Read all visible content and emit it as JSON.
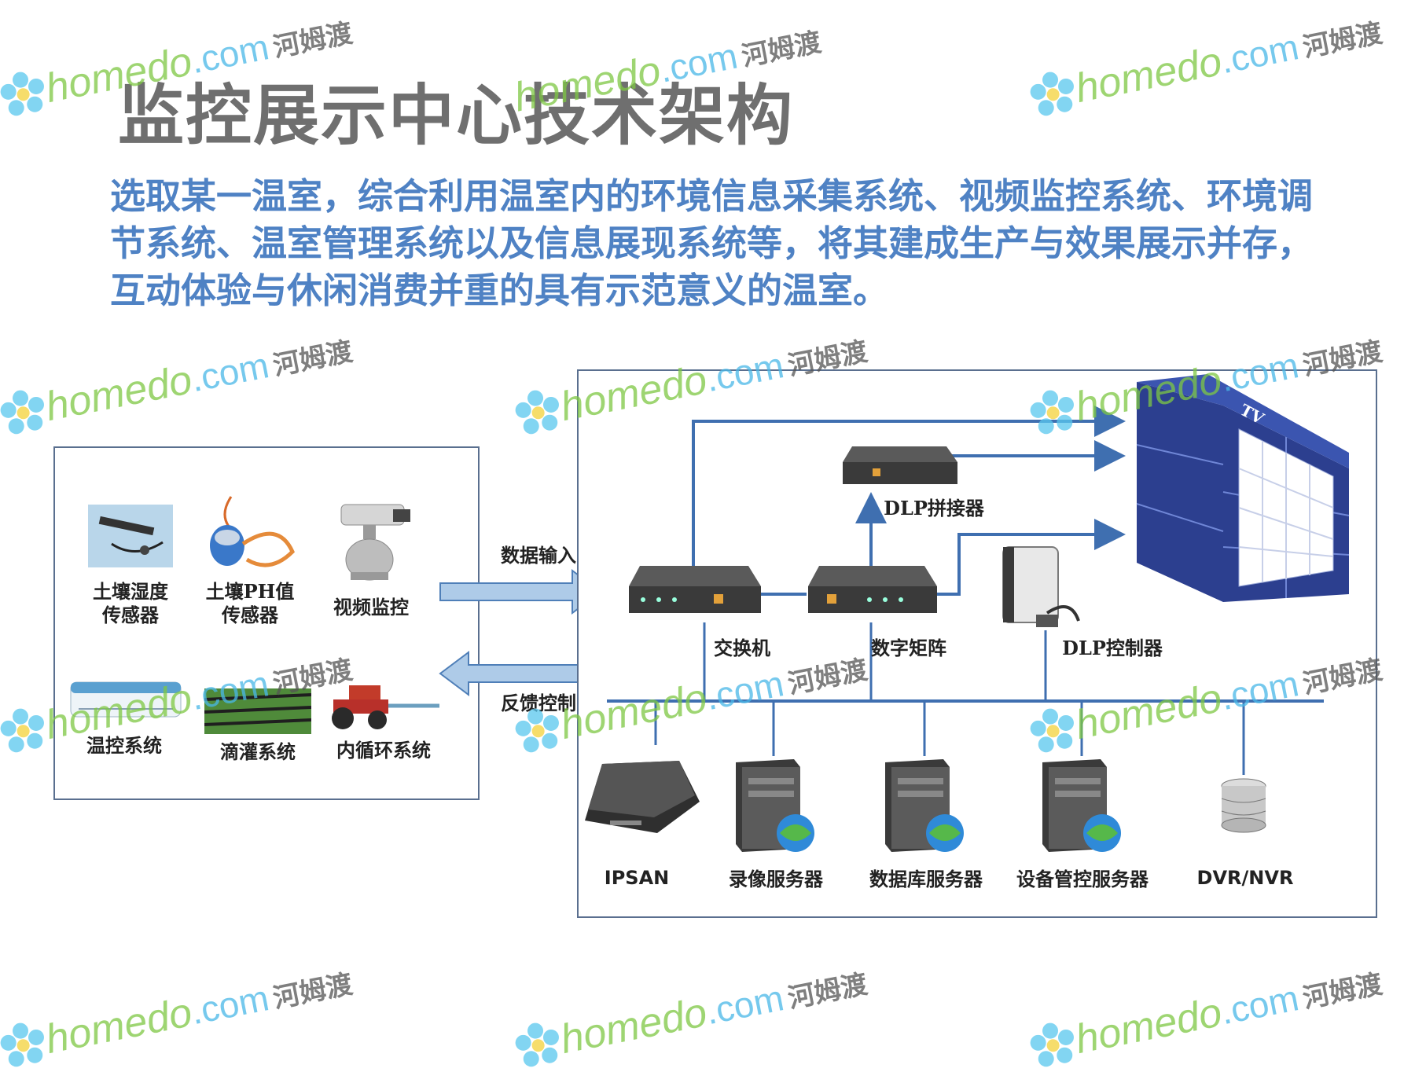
{
  "title": "监控展示中心技术架构",
  "intro": "选取某一温室，综合利用温室内的环境信息采集系统、视频监控系统、环境调节系统、温室管理系统以及信息展现系统等，将其建成生产与效果展示并存，互动体验与休闲消费并重的具有示范意义的温室。",
  "left_panel": {
    "items": [
      {
        "label": "土壤湿度\n传感器"
      },
      {
        "label": "土壤PH值\n传感器"
      },
      {
        "label": "视频监控"
      },
      {
        "label": "温控系统"
      },
      {
        "label": "滴灌系统"
      },
      {
        "label": "内循环系统"
      }
    ]
  },
  "arrows": {
    "data_input": "数据输入",
    "feedback": "反馈控制"
  },
  "right_panel": {
    "switch": "交换机",
    "digital_matrix": "数字矩阵",
    "dlp_splicer": "DLP拼接器",
    "dlp_controller": "DLP控制器",
    "tv_label": "TV",
    "ipsan": "IPSAN",
    "recording_server": "录像服务器",
    "database_server": "数据库服务器",
    "device_server": "设备管控服务器",
    "dvr": "DVR/NVR"
  },
  "watermark": {
    "text1": "homedo",
    "text2": ".com",
    "text3": "河姆渡"
  },
  "colors": {
    "title": "#6f6f6f",
    "intro": "#4f82c4",
    "line": "#3f6fb0",
    "tv": "#2c3f8f"
  }
}
